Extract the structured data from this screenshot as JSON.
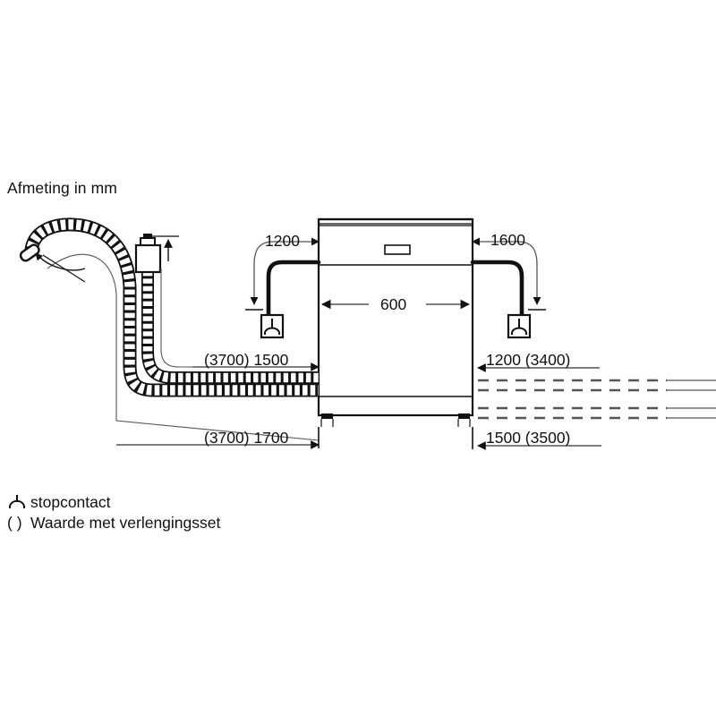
{
  "diagram": {
    "title": "Afmeting in mm",
    "subject": "dishwasher-installation-dimensions",
    "appliance": {
      "width_label": "600"
    },
    "dimensions": {
      "top_left": "1200",
      "top_right": "1600",
      "mid_left": "(3700) 1500",
      "mid_right": "1200 (3400)",
      "bottom_left": "(3700) 1700",
      "bottom_right": "1500 (3500)"
    },
    "legend": [
      {
        "icon": "power-socket-icon",
        "label": "stopcontact"
      },
      {
        "icon": "parenthesis-marker",
        "marker": "( )",
        "label": "Waarde met verlengingsset"
      }
    ],
    "parts": {
      "drain_hose": "corrugated-drain-hose",
      "inlet_hose": "corrugated-water-inlet-hose",
      "aquastop_valve": "aqua-stop-valve-box",
      "power_cord": "power-cord",
      "socket_left": "power-socket-icon",
      "socket_right": "power-socket-icon",
      "display_panel": "control-panel-display"
    },
    "colors": {
      "line": "#111111",
      "thin_line": "#3c3c3c",
      "dashed": "#555555",
      "panel_band": "#666666",
      "fill": "#ffffff",
      "feet": "#111111"
    }
  }
}
